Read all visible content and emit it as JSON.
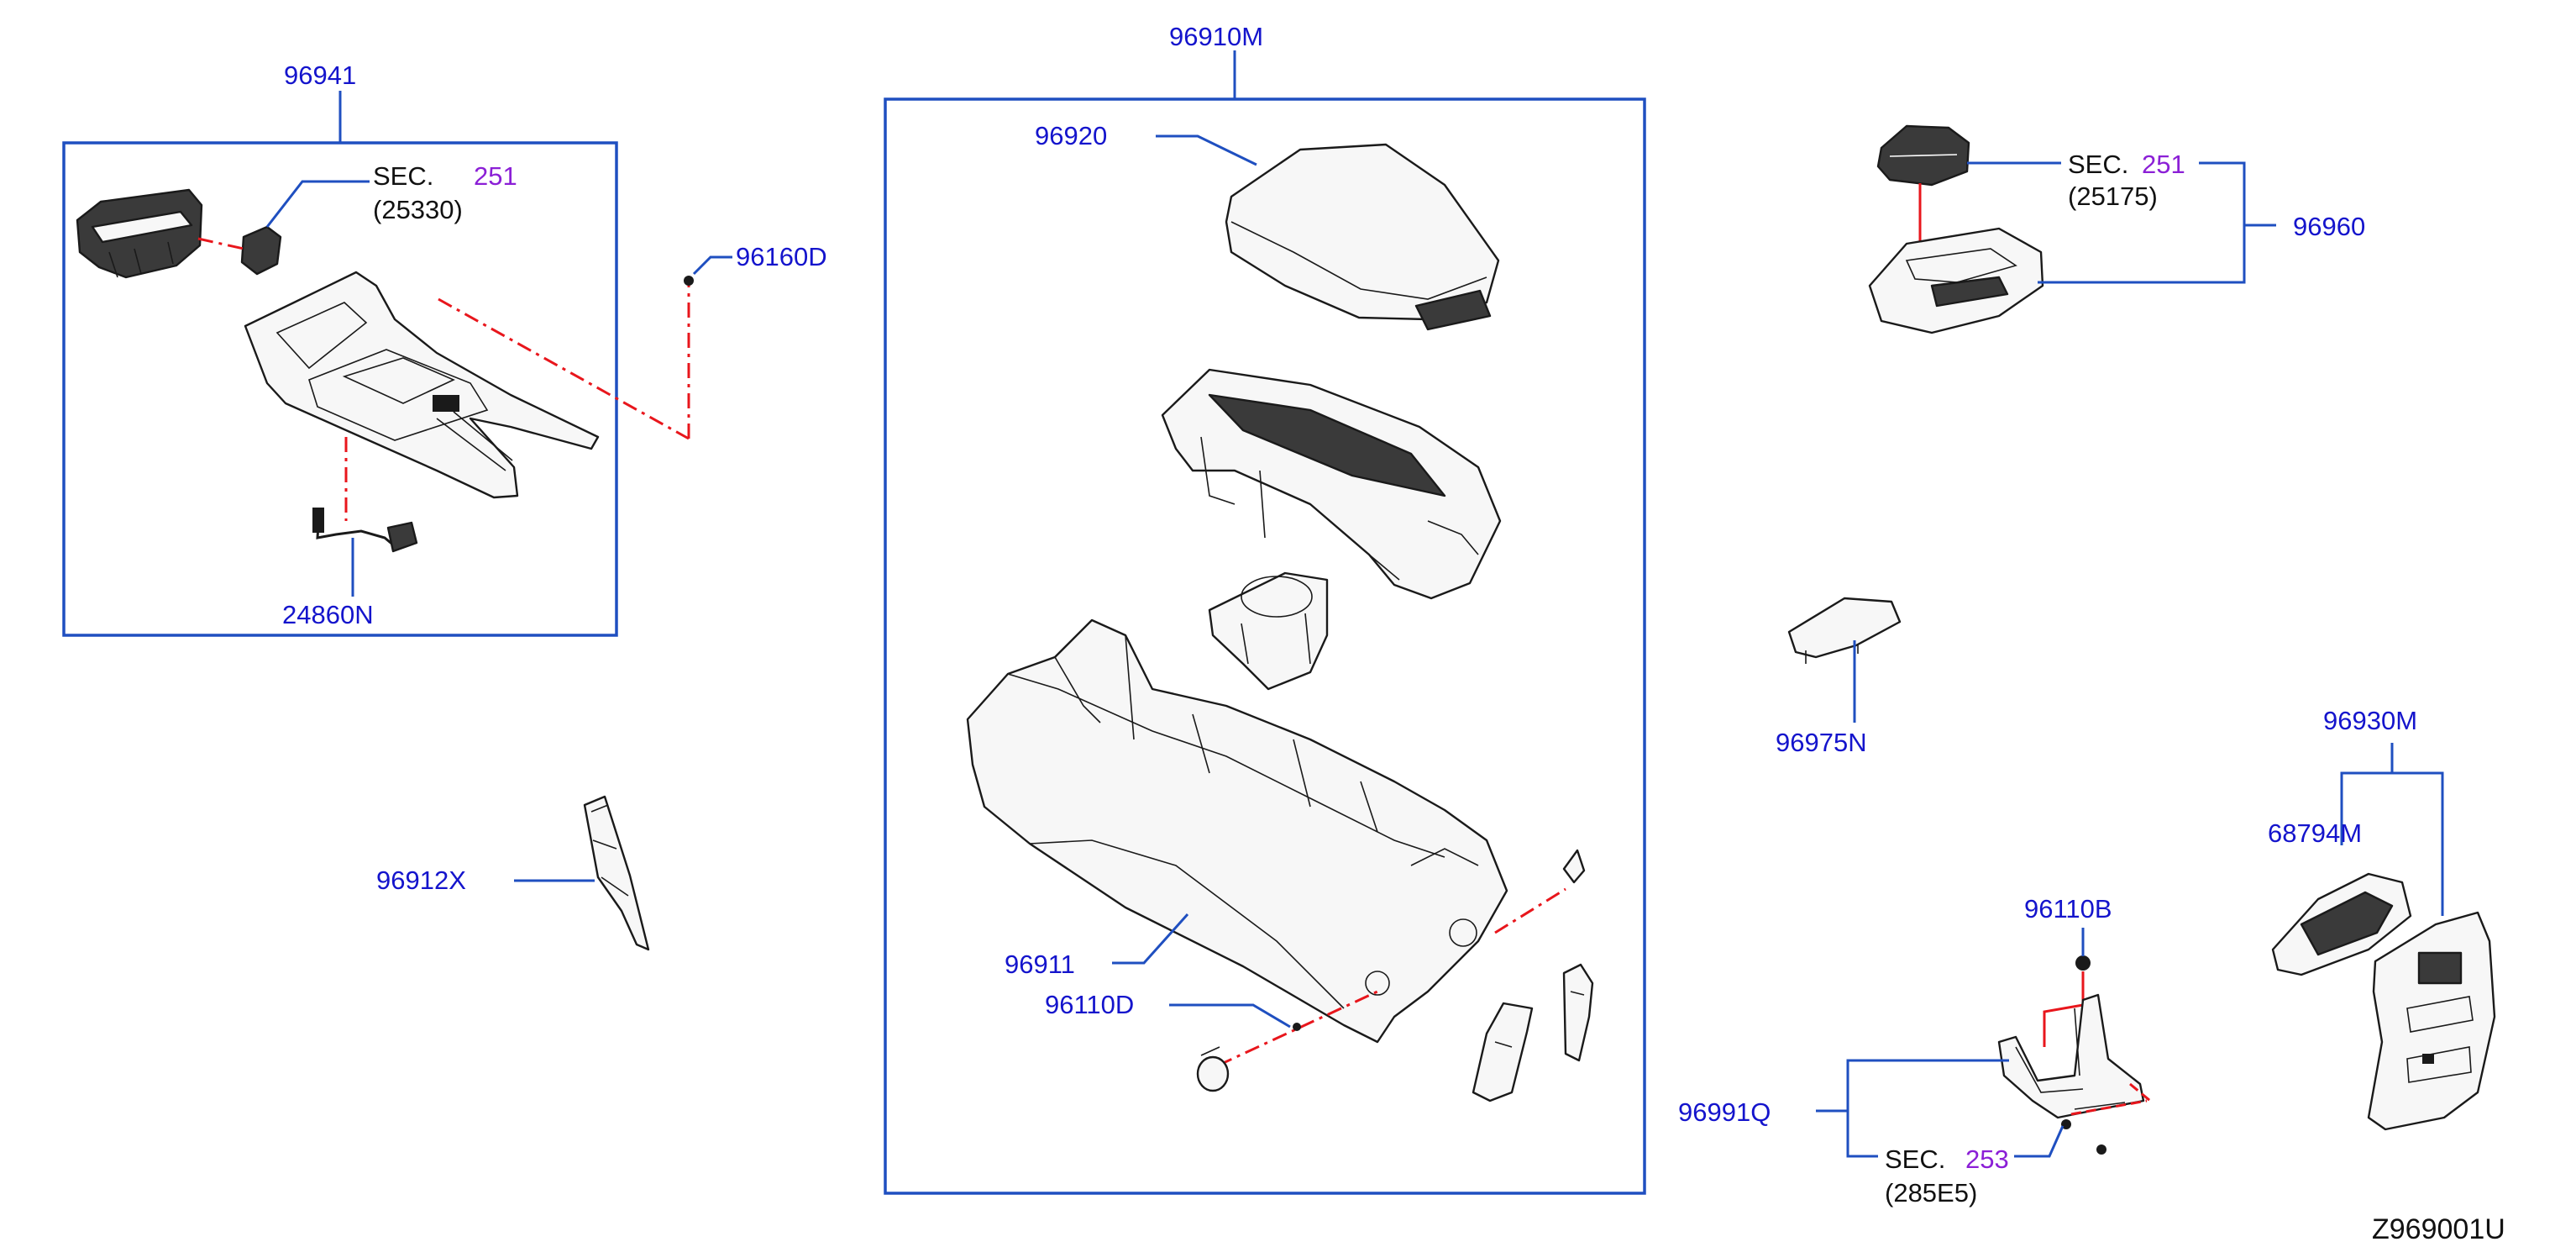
{
  "diagram_code": "Z969001U",
  "colors": {
    "part_number": "#1414cc",
    "section_number": "#8b1fd6",
    "leader_line": "#1f4fc0",
    "cut_line": "#e8161c",
    "drawing": "#1a1a1a"
  },
  "labels": {
    "p96941": "96941",
    "p96910M": "96910M",
    "p96920": "96920",
    "p96160D": "96160D",
    "p24860N": "24860N",
    "p96912X": "96912X",
    "p96911": "96911",
    "p96110D": "96110D",
    "p96960": "96960",
    "p96975N": "96975N",
    "p96930M": "96930M",
    "p68794M": "68794M",
    "p96110B": "96110B",
    "p96991Q": "96991Q"
  },
  "section_refs": [
    {
      "prefix": "SEC.",
      "number": "251",
      "sub": "(25330)"
    },
    {
      "prefix": "SEC.",
      "number": "251",
      "sub": "(25175)"
    },
    {
      "prefix": "SEC.",
      "number": "253",
      "sub": "(285E5)"
    }
  ]
}
